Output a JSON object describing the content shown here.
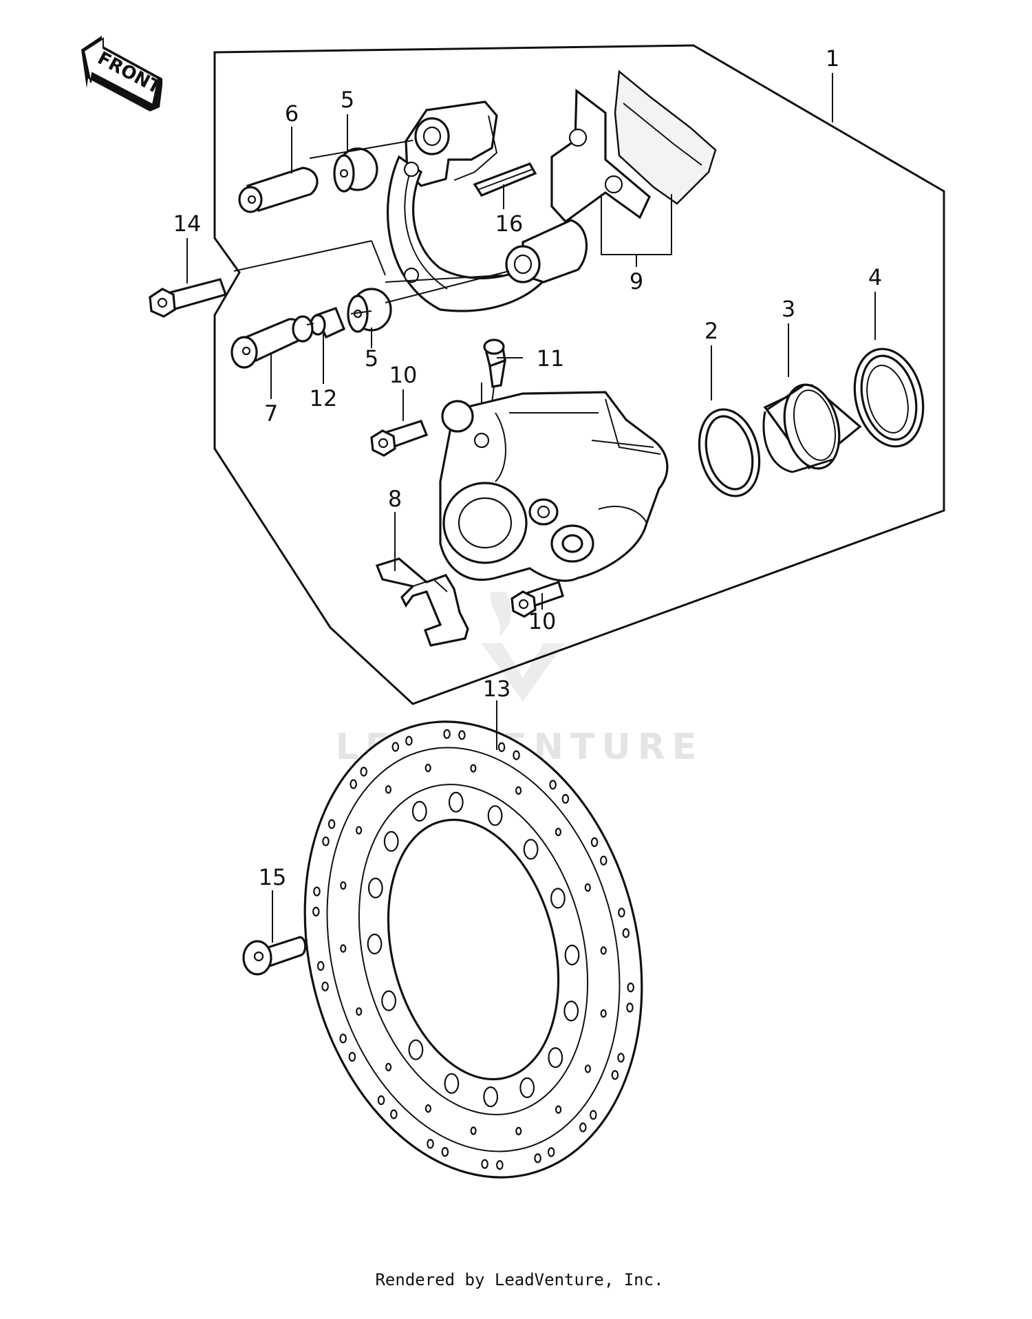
{
  "orientation_label": "FRONT",
  "callouts": [
    {
      "id": "1",
      "label": "1"
    },
    {
      "id": "2",
      "label": "2"
    },
    {
      "id": "3",
      "label": "3"
    },
    {
      "id": "4",
      "label": "4"
    },
    {
      "id": "5a",
      "label": "5"
    },
    {
      "id": "5b",
      "label": "5"
    },
    {
      "id": "6",
      "label": "6"
    },
    {
      "id": "7",
      "label": "7"
    },
    {
      "id": "8",
      "label": "8"
    },
    {
      "id": "9",
      "label": "9"
    },
    {
      "id": "10a",
      "label": "10"
    },
    {
      "id": "10b",
      "label": "10"
    },
    {
      "id": "11",
      "label": "11"
    },
    {
      "id": "12",
      "label": "12"
    },
    {
      "id": "13",
      "label": "13"
    },
    {
      "id": "14",
      "label": "14"
    },
    {
      "id": "15",
      "label": "15"
    },
    {
      "id": "16",
      "label": "16"
    }
  ],
  "watermark": "LEADVENTURE",
  "footer": "Rendered by LeadVenture, Inc."
}
